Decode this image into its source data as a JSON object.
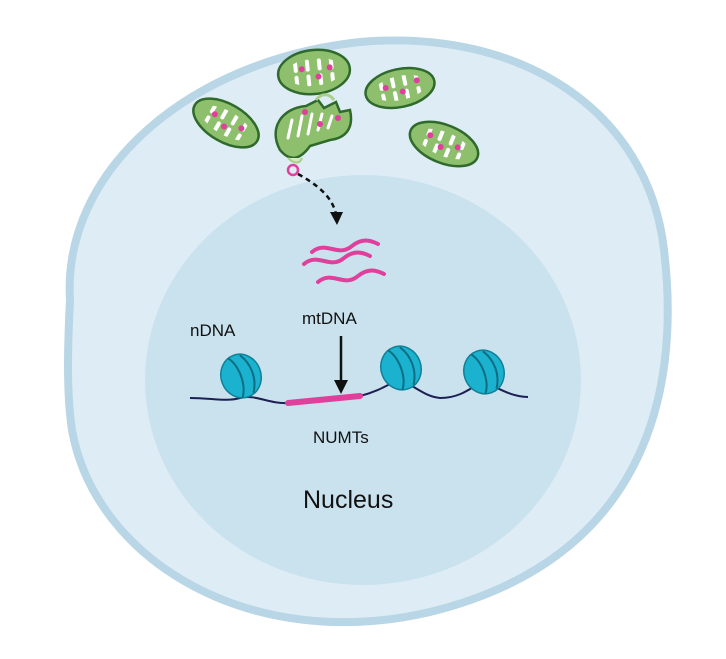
{
  "labels": {
    "ndna": "nDNA",
    "mtdna": "mtDNA",
    "numts": "NUMTs",
    "nucleus": "Nucleus"
  },
  "colors": {
    "cell_fill": "#deedf5",
    "cell_stroke": "#b9d6e6",
    "nucleus_fill": "#c9e2ee",
    "mito_fill": "#8dbf6c",
    "mito_outline": "#2f6a2c",
    "mito_cristae": "#ffffff",
    "mtdna_pink": "#e0409b",
    "nucleosome": "#1ab2cf",
    "chromatin": "#1e1f52",
    "arrow": "#111111"
  }
}
